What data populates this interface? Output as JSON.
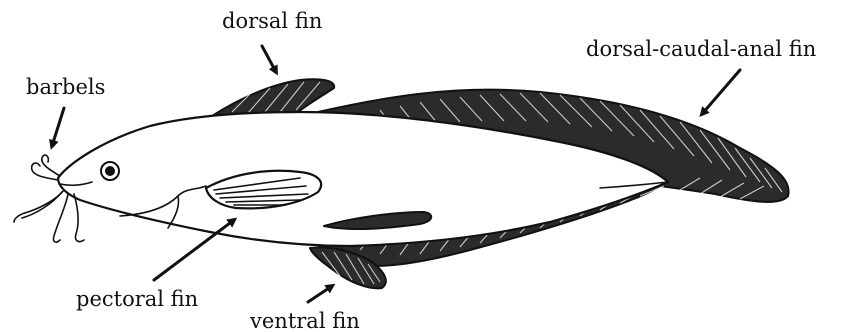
{
  "labels": {
    "dorsal_fin": "dorsal fin",
    "dorsal_caudal_anal_fin": "dorsal-caudal-anal fin",
    "barbels": "barbels",
    "pectoral_fin": "pectoral fin",
    "ventral_fin": "ventral fin"
  }
}
